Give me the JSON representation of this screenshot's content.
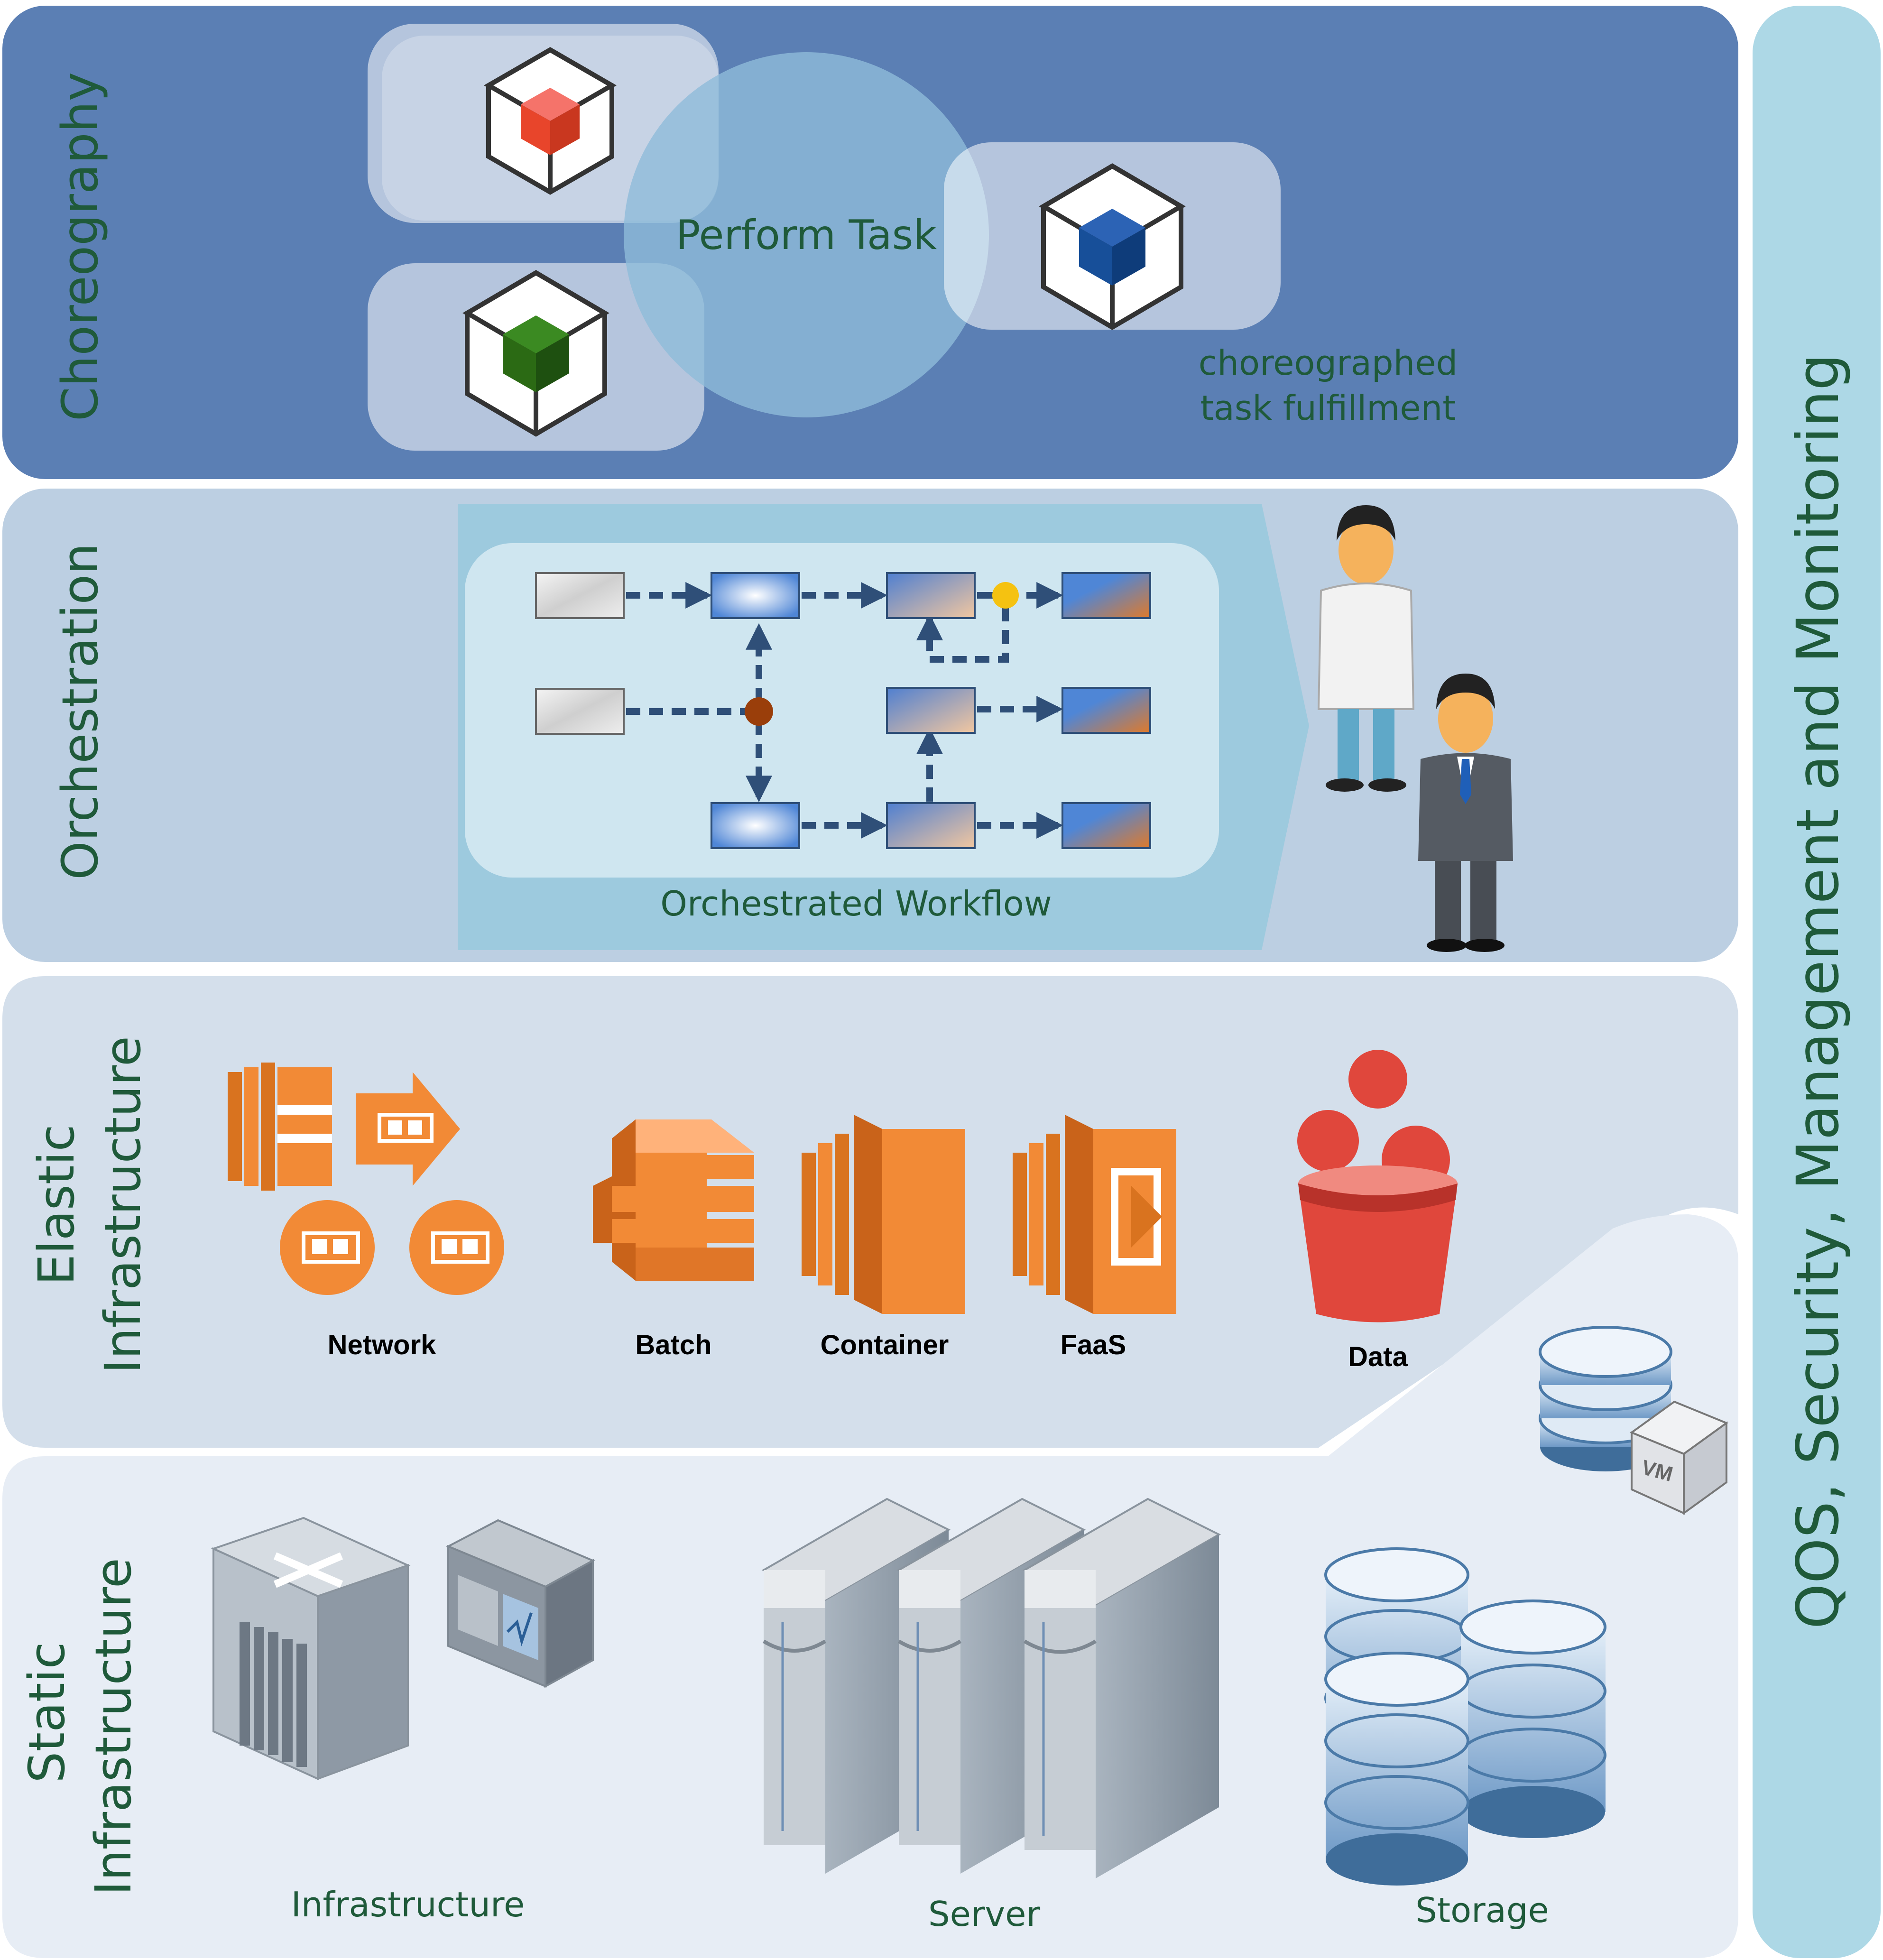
{
  "layers": {
    "choreography": "Choreography",
    "orchestration": "Orchestration",
    "elastic_line1": "Elastic",
    "elastic_line2": "Infrastructure",
    "static_line1": "Static",
    "static_line2": "Infrastructure"
  },
  "side_bar": "QOS, Security, Management and Monitoring",
  "choreography": {
    "perform_task": "Perform Task",
    "note_line1": "choreographed",
    "note_line2": "task fulfillment"
  },
  "orchestration": {
    "workflow_label": "Orchestrated Workflow"
  },
  "elastic": {
    "network": "Network",
    "batch": "Batch",
    "container": "Container",
    "faas": "FaaS",
    "data": "Data"
  },
  "static": {
    "infrastructure": "Infrastructure",
    "server": "Server",
    "storage": "Storage",
    "vm": "VM"
  },
  "colors": {
    "choreography_bg": "#5b7fb4",
    "orchestration_bg": "#bccfe2",
    "elastic_bg": "#d4dfeb",
    "static_bg": "#e7edf5",
    "sidebar_bg": "#add8e6",
    "aws_orange": "#f28a36",
    "text_green": "#1f5a3a"
  }
}
